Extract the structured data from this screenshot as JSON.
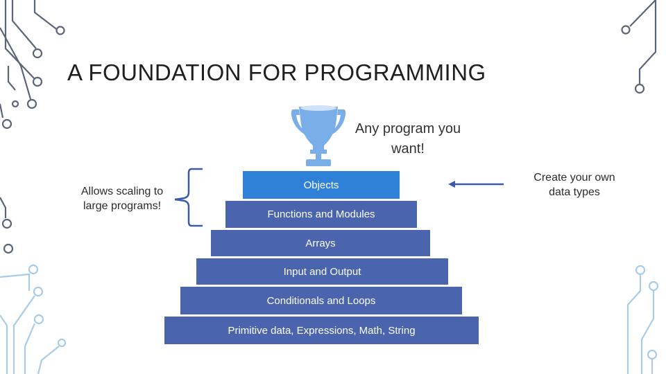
{
  "slide": {
    "title": "A FOUNDATION FOR PROGRAMMING",
    "goal_text": "Any program you want!",
    "left_note": "Allows scaling to large programs!",
    "right_note": "Create your own data types"
  },
  "pyramid": {
    "levels": [
      "Objects",
      "Functions and Modules",
      "Arrays",
      "Input and Output",
      "Conditionals and Loops",
      "Primitive data, Expressions, Math, String"
    ]
  },
  "colors": {
    "step": "#4a64ad",
    "top_step": "#2f81d8",
    "trophy": "#7aaee8",
    "circuit_dark": "#5b6578",
    "circuit_light": "#a8cbe8",
    "arrow": "#3d5aa8"
  },
  "icons": {
    "trophy": "trophy-icon",
    "arrow": "arrow-left-icon",
    "bracket": "left-brace"
  }
}
